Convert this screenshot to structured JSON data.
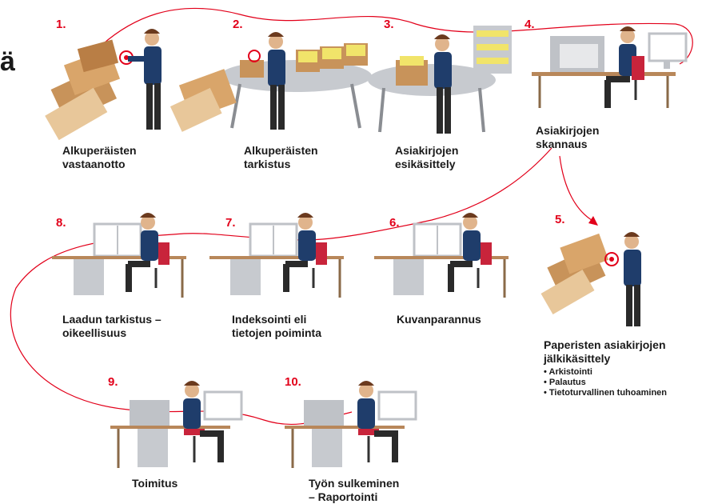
{
  "fragment": "ä",
  "steps": [
    {
      "number": "1.",
      "lines": [
        "Alkuperäisten",
        "vastaanotto"
      ]
    },
    {
      "number": "2.",
      "lines": [
        "Alkuperäisten",
        "tarkistus"
      ]
    },
    {
      "number": "3.",
      "lines": [
        "Asiakirjojen",
        "esikäsittely"
      ]
    },
    {
      "number": "4.",
      "lines": [
        "Asiakirjojen",
        "skannaus"
      ]
    },
    {
      "number": "5.",
      "lines": [
        "Paperisten asiakirjojen",
        "jälkikäsittely"
      ],
      "bullets": [
        "• Arkistointi",
        "• Palautus",
        "• Tietoturvallinen tuhoaminen"
      ]
    },
    {
      "number": "6.",
      "lines": [
        "Kuvanparannus"
      ]
    },
    {
      "number": "7.",
      "lines": [
        "Indeksointi eli",
        "tietojen poiminta"
      ]
    },
    {
      "number": "8.",
      "lines": [
        "Laadun tarkistus –",
        "oikeellisuus"
      ]
    },
    {
      "number": "9.",
      "lines": [
        "Toimitus"
      ]
    },
    {
      "number": "10.",
      "lines": [
        "Työn sulkeminen",
        "– Raportointi"
      ]
    }
  ],
  "colors": {
    "accent": "#e2001a",
    "shirt": "#1f3d6b",
    "hair": "#6b3a1e",
    "box": "#c8935a",
    "desk": "#b8875a",
    "chair": "#c8243b"
  }
}
